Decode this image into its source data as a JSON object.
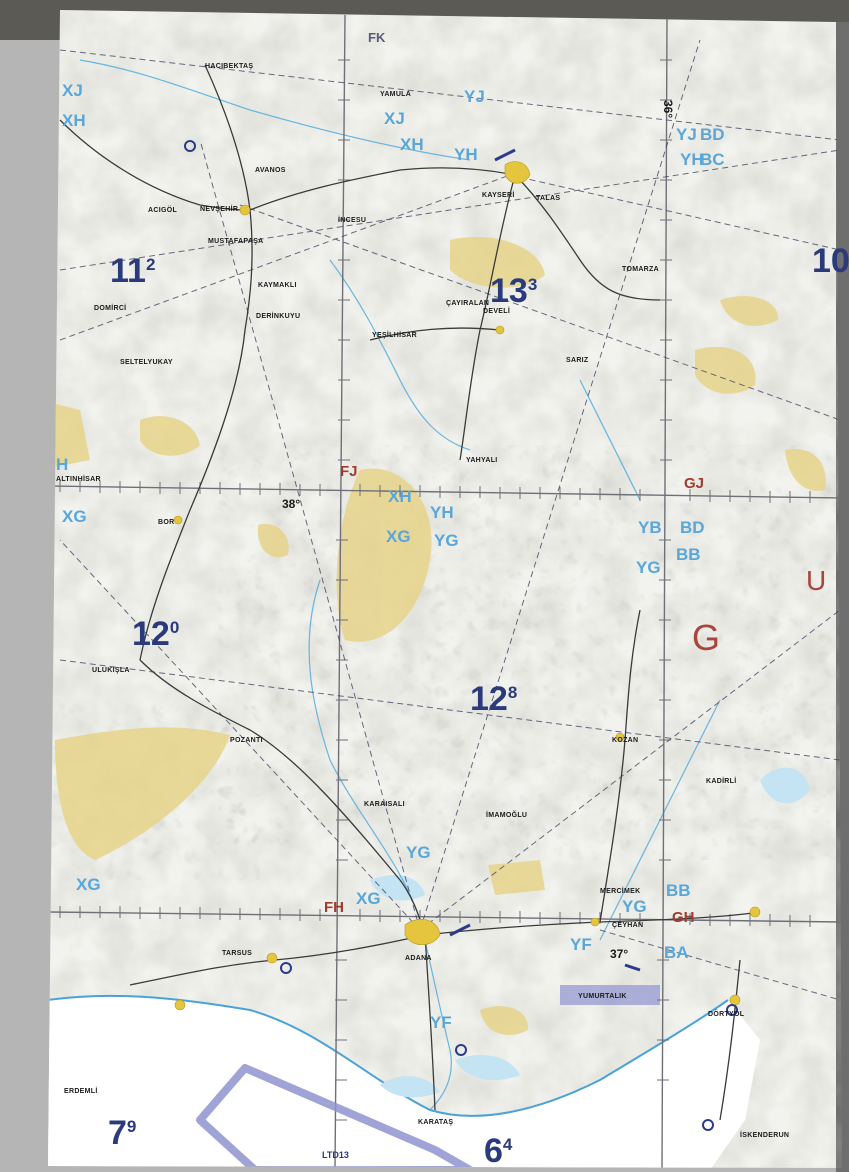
{
  "map": {
    "colors": {
      "paper": "#f2f3ee",
      "relief_light": "#d9d6c6",
      "relief_dark": "#8c8a80",
      "highland": "#e6d38a",
      "sea": "#ffffff",
      "water": "#c4e3f3",
      "grid_line": "#6f6f78",
      "grid_code": "#5aa6d8",
      "maf": "#2a3a7a",
      "region_letters": "#a33a2e",
      "restricted_area": "#8e93cf",
      "road": "#3a3a3a",
      "airway": "#3a3a5a"
    },
    "towns": [
      {
        "name": "HACIBEKTAŞ"
      },
      {
        "name": "YAMULA"
      },
      {
        "name": "KAYSERİ"
      },
      {
        "name": "TALAS"
      },
      {
        "name": "AVANOS"
      },
      {
        "name": "NEVŞEHİR"
      },
      {
        "name": "ACIGÖL"
      },
      {
        "name": "MUSTAFAPAŞA"
      },
      {
        "name": "KAYMAKLI"
      },
      {
        "name": "DERİNKUYU"
      },
      {
        "name": "İNCESU"
      },
      {
        "name": "TOMARZA"
      },
      {
        "name": "DEVELİ"
      },
      {
        "name": "YEŞİLHİSAR"
      },
      {
        "name": "DOMİRCİ"
      },
      {
        "name": "SELTELYUKAY"
      },
      {
        "name": "BOR"
      },
      {
        "name": "ULUKIŞLA"
      },
      {
        "name": "POZANTI"
      },
      {
        "name": "KOZAN"
      },
      {
        "name": "KADİRLİ"
      },
      {
        "name": "MERCİMEK"
      },
      {
        "name": "ADANA"
      },
      {
        "name": "TARSUS"
      },
      {
        "name": "KARATAŞ"
      },
      {
        "name": "İSKENDERUN"
      },
      {
        "name": "DÖRTYOL"
      },
      {
        "name": "ERDEMLİ"
      },
      {
        "name": "YAHYALI"
      },
      {
        "name": "ÇAYIRALAN"
      },
      {
        "name": "SARIZ"
      },
      {
        "name": "ALTINHİSAR"
      },
      {
        "name": "İMAMOĞLU"
      },
      {
        "name": "KARAISALI"
      },
      {
        "name": "ÇEYHAN"
      },
      {
        "name": "YUMURTALIK"
      }
    ],
    "grid_codes": [
      {
        "code": "FK"
      },
      {
        "code": "YJ"
      },
      {
        "code": "XJ"
      },
      {
        "code": "XH"
      },
      {
        "code": "XJ"
      },
      {
        "code": "XH"
      },
      {
        "code": "YH"
      },
      {
        "code": "YJ"
      },
      {
        "code": "BD"
      },
      {
        "code": "YH"
      },
      {
        "code": "BC"
      },
      {
        "code": "H"
      },
      {
        "code": "XG"
      },
      {
        "code": "XH"
      },
      {
        "code": "YH"
      },
      {
        "code": "XG"
      },
      {
        "code": "YG"
      },
      {
        "code": "YB"
      },
      {
        "code": "BD"
      },
      {
        "code": "YG"
      },
      {
        "code": "BB"
      },
      {
        "code": "YG"
      },
      {
        "code": "XG"
      },
      {
        "code": "XG"
      },
      {
        "code": "BB"
      },
      {
        "code": "YG"
      },
      {
        "code": "YF"
      },
      {
        "code": "YF"
      },
      {
        "code": "BA"
      }
    ],
    "region_letters": [
      {
        "text": "FJ"
      },
      {
        "text": "GJ"
      },
      {
        "text": "FH"
      },
      {
        "text": "GH"
      },
      {
        "text": "G"
      },
      {
        "text": "U"
      }
    ],
    "maf": [
      {
        "main": "11",
        "sup": "2"
      },
      {
        "main": "13",
        "sup": "3"
      },
      {
        "main": "12",
        "sup": "0"
      },
      {
        "main": "12",
        "sup": "8"
      },
      {
        "main": "7",
        "sup": "9"
      },
      {
        "main": "6",
        "sup": "4"
      },
      {
        "main": "10",
        "sup": ""
      }
    ],
    "latitudes": [
      {
        "label": "38°"
      },
      {
        "label": "37°"
      },
      {
        "label": "36°"
      }
    ],
    "restricted_area_label": "LTD13"
  }
}
